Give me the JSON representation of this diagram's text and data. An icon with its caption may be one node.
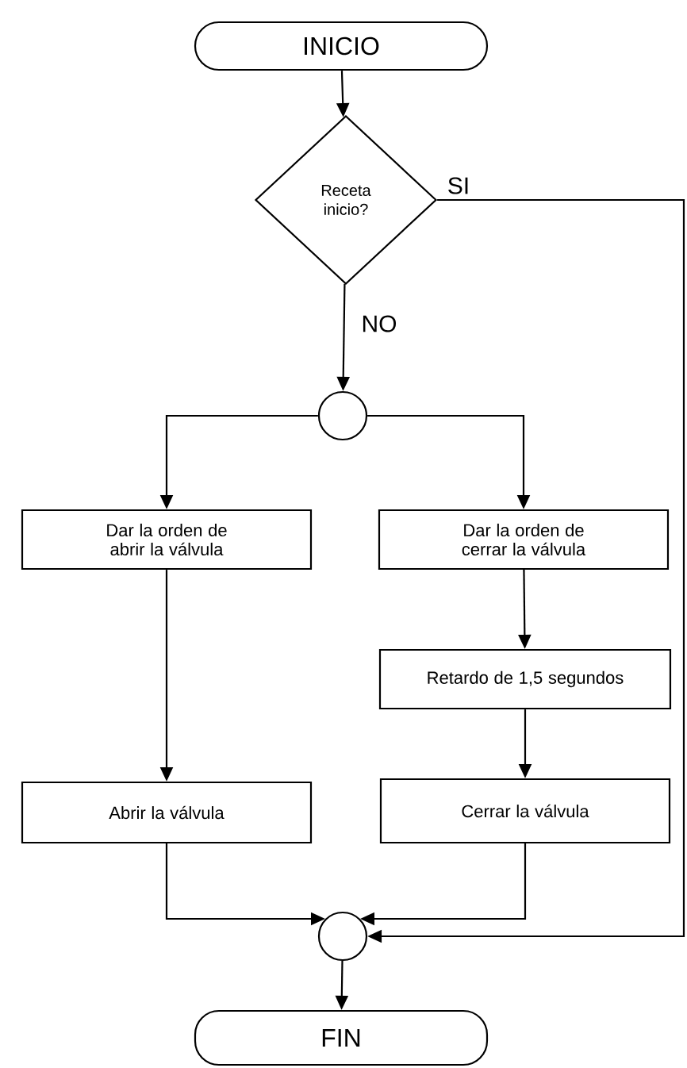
{
  "diagram": {
    "nodes": [
      {
        "text": [
          "INICIO"
        ]
      },
      {
        "text": [
          "Receta inicio?"
        ]
      },
      {
        "text": [],
        "shape": "circle"
      },
      {
        "text": [
          "Dar la orden de abrir la válvula"
        ]
      },
      {
        "text": [
          "Dar la orden de cerrar la válvula"
        ]
      },
      {
        "text": [
          "Retardo de 1,5 segundos"
        ]
      },
      {
        "text": [
          "Abrir la válvula"
        ]
      },
      {
        "text": [
          "Cerrar la válvula"
        ]
      },
      {
        "text": [],
        "shape": "circle"
      },
      {
        "text": [
          "FIN"
        ]
      }
    ],
    "edges": [
      {
        "from": 0,
        "to": 1,
        "arrow": "to"
      },
      {
        "from": 1,
        "to": 8,
        "arrow": "to",
        "label": "SI"
      },
      {
        "from": 1,
        "to": 2,
        "arrow": "to",
        "label": "NO"
      },
      {
        "from": 2,
        "to": 3,
        "arrow": "to"
      },
      {
        "from": 2,
        "to": 4,
        "arrow": "to"
      },
      {
        "from": 3,
        "to": 6,
        "arrow": "to"
      },
      {
        "from": 4,
        "to": 5,
        "arrow": "to"
      },
      {
        "from": 5,
        "to": 7,
        "arrow": "to"
      },
      {
        "from": 6,
        "to": 8,
        "arrow": "to"
      },
      {
        "from": 7,
        "to": 8,
        "arrow": "to"
      },
      {
        "from": 8,
        "to": 9,
        "arrow": "to"
      }
    ]
  }
}
